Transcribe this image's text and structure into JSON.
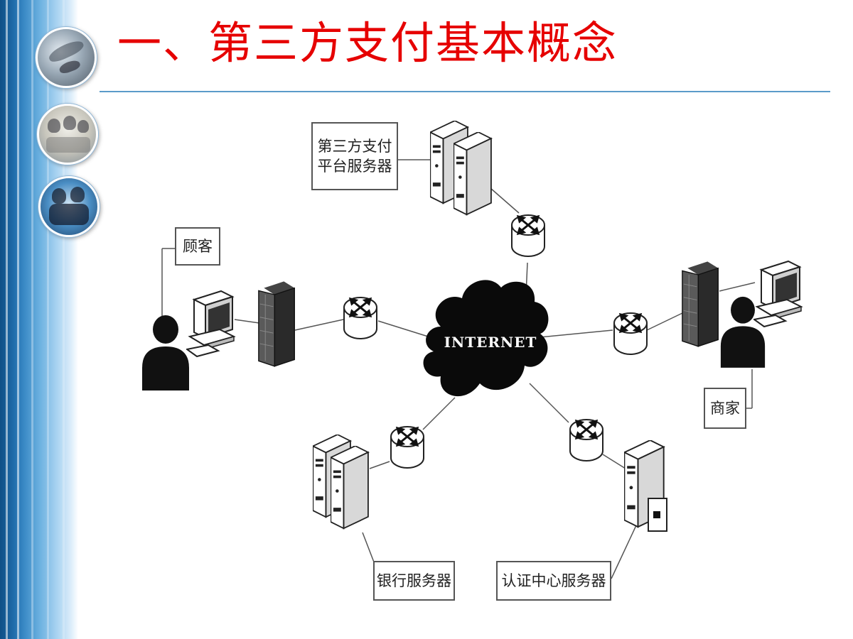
{
  "slide": {
    "title": "一、第三方支付基本概念",
    "accent_color": "#e60000",
    "rule_color": "#5b9bc9"
  },
  "diagram": {
    "center": "INTERNET",
    "nodes": {
      "platform": "第三方支付\n平台服务器",
      "customer": "顾客",
      "merchant": "商家",
      "bank": "银行服务器",
      "ca": "认证中心服务器"
    },
    "icons": [
      "server-icon",
      "router-icon",
      "firewall-icon",
      "computer-icon",
      "person-icon",
      "cloud-icon"
    ]
  }
}
